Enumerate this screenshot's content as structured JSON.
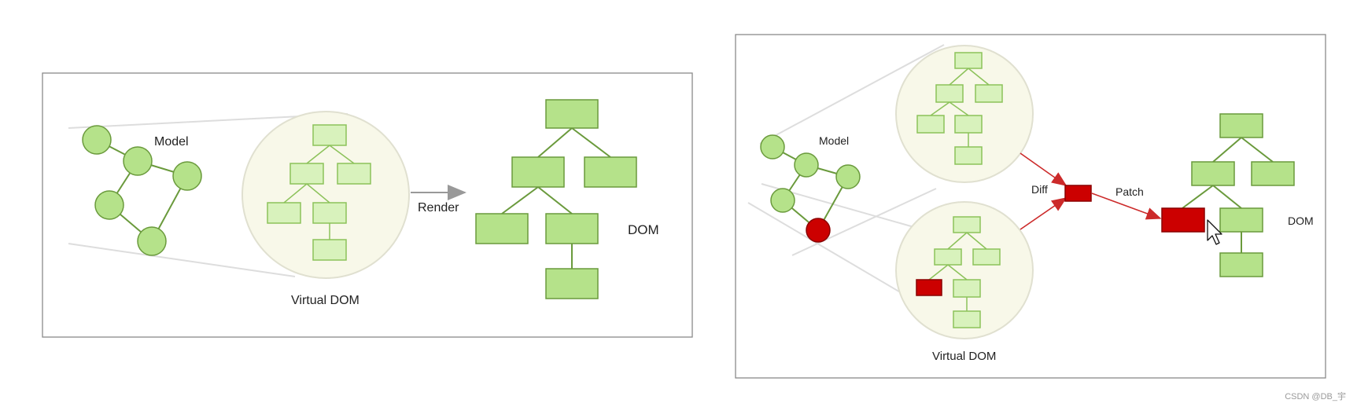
{
  "left_panel": {
    "model_label": "Model",
    "vdom_label": "Virtual DOM",
    "render_label": "Render",
    "dom_label": "DOM"
  },
  "right_panel": {
    "model_label": "Model",
    "vdom_label": "Virtual DOM",
    "diff_label": "Diff",
    "patch_label": "Patch",
    "dom_label": "DOM"
  },
  "footer": {
    "watermark": "CSDN @DB_宇"
  },
  "colors": {
    "node_fill": "#b5e28a",
    "node_stroke": "#6a9a3c",
    "vdom_fill": "#d8f2bc",
    "vdom_stroke": "#8cc25a",
    "changed_fill": "#cc0000",
    "changed_stroke": "#8a0000",
    "bubble_fill": "#f8f8e9",
    "bubble_stroke": "#e0e0d0",
    "panel_border": "#8a8a8a",
    "diff_arrow": "#cc2a2a",
    "render_arrow": "#999999"
  },
  "icons": {
    "cursor": "mouse-pointer-icon"
  }
}
